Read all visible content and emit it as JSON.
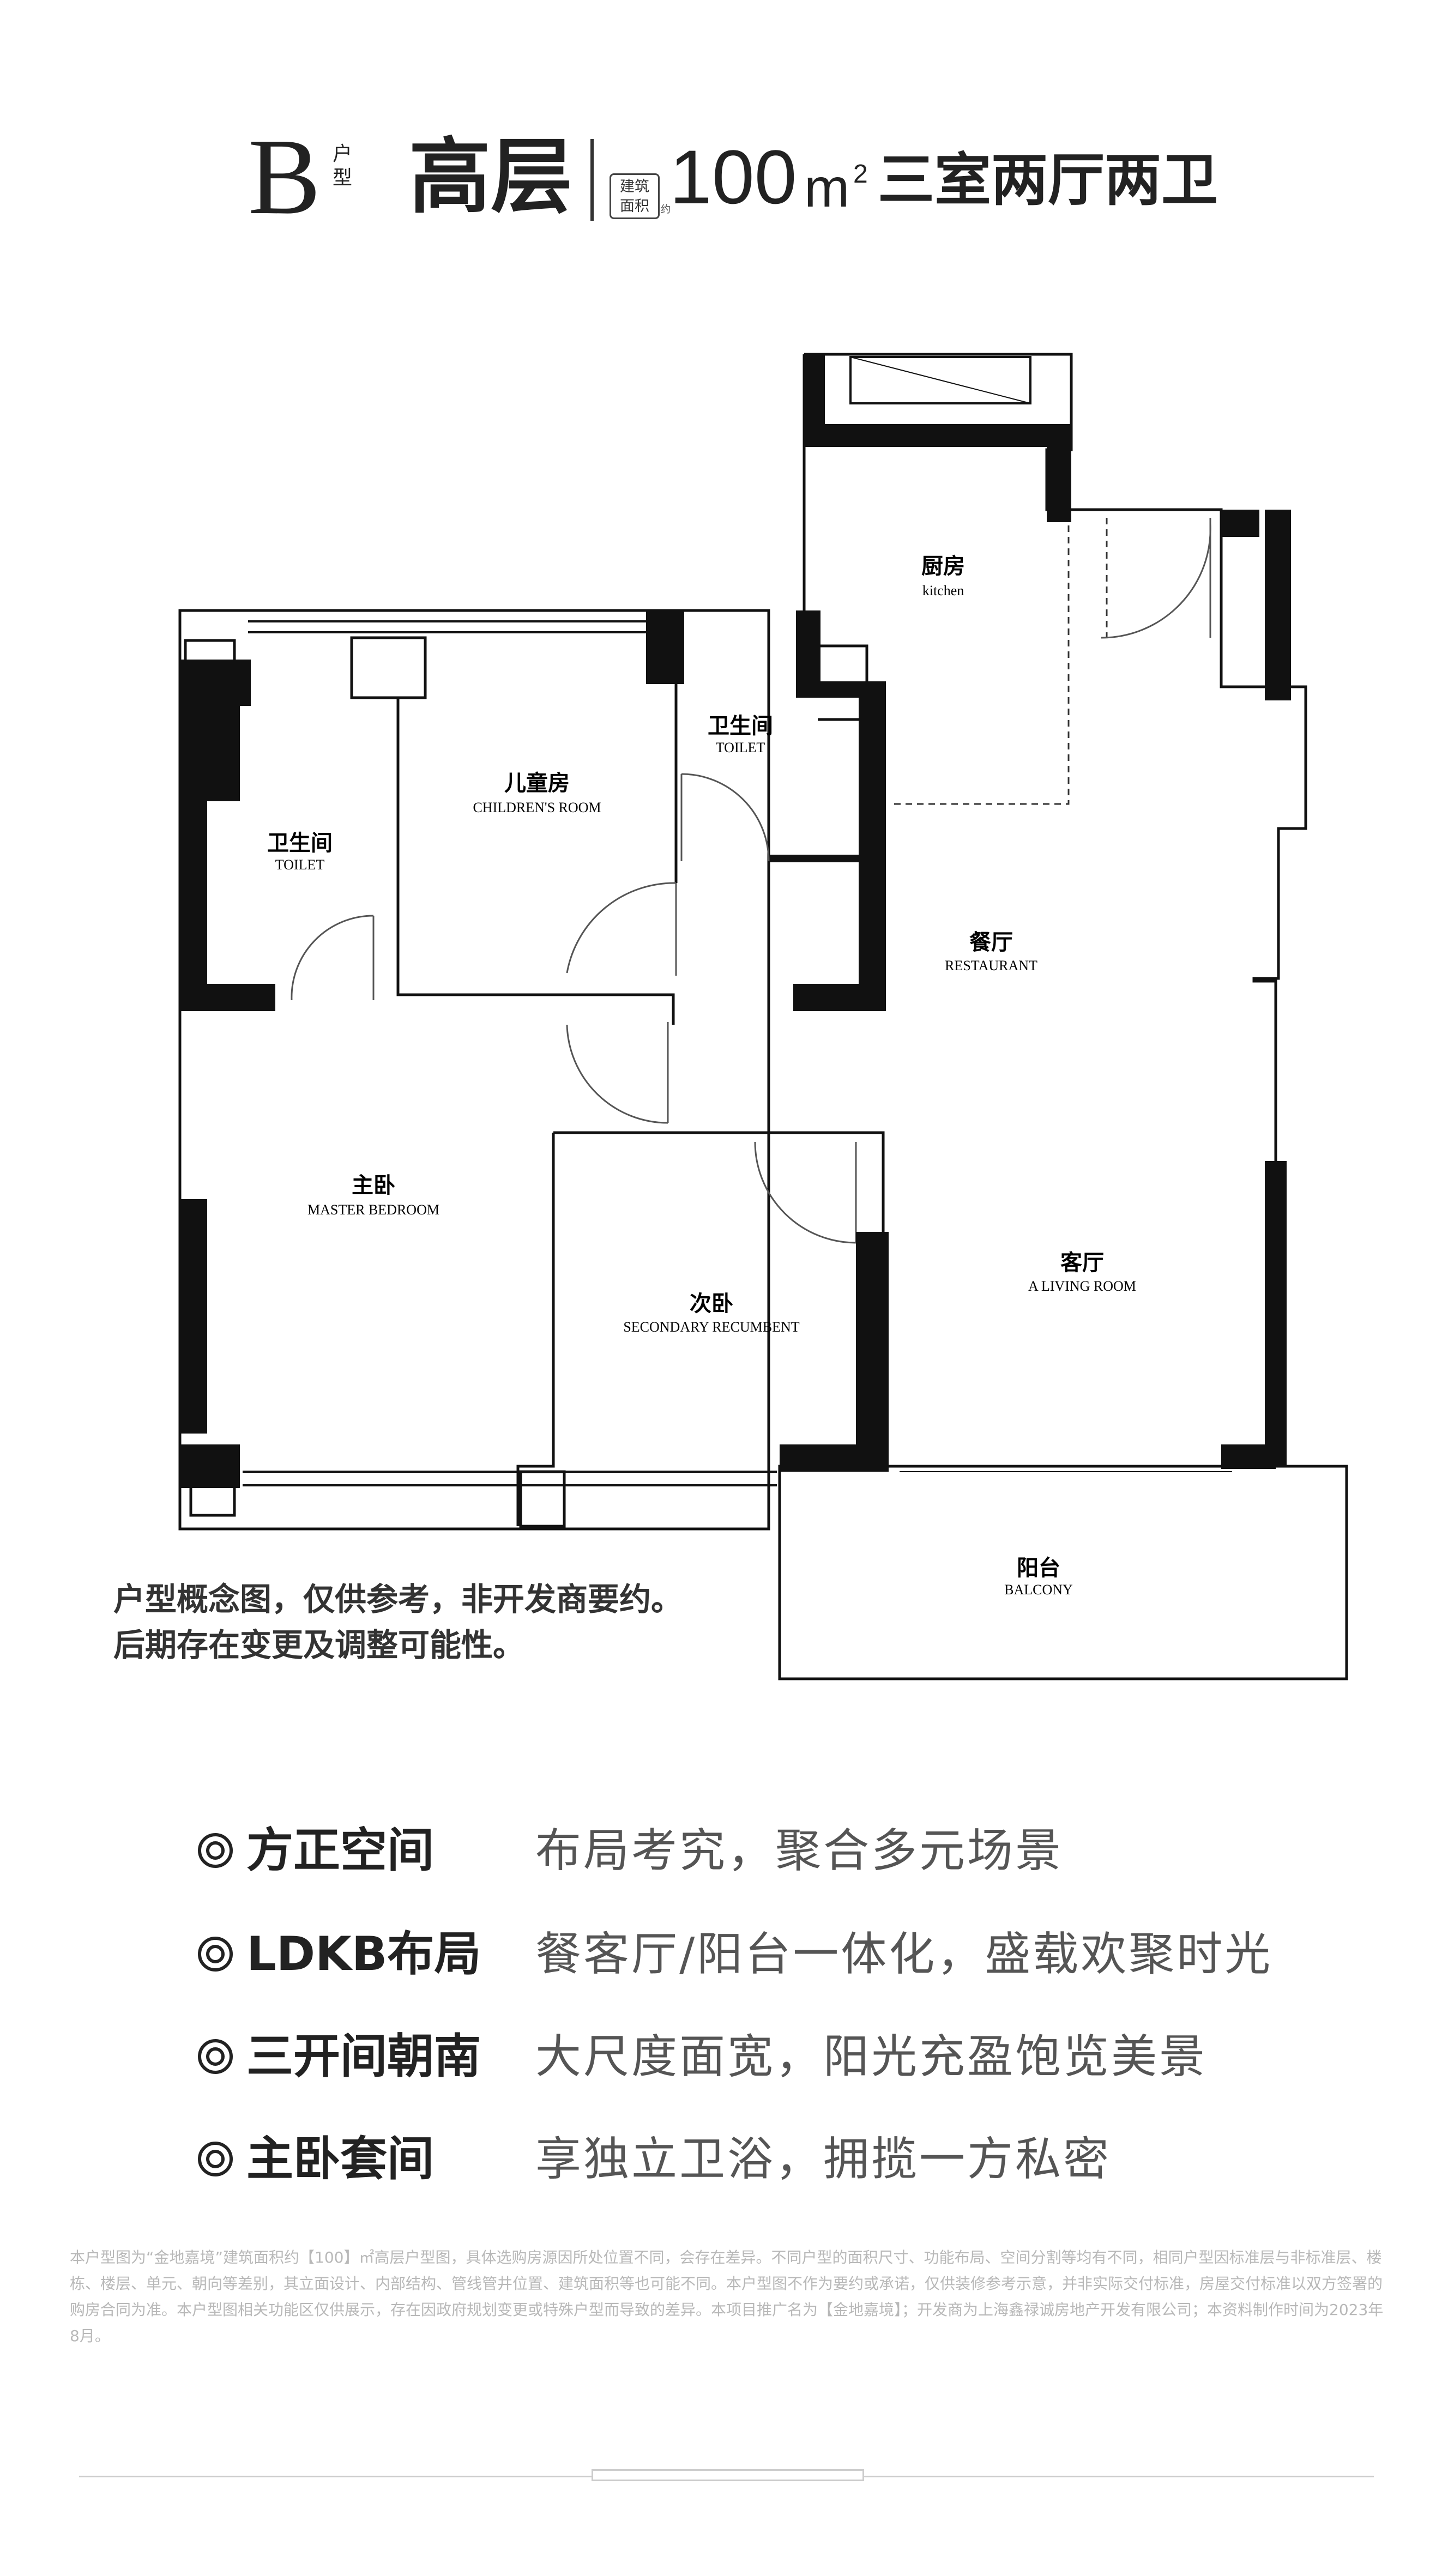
{
  "header": {
    "type_letter": "B",
    "type_label_top": "户",
    "type_label_bottom": "型",
    "level": "高层",
    "area_tag_top": "建筑",
    "area_tag_bottom": "面积",
    "area_tag_suffix": "约",
    "area_value": "100",
    "area_unit": "m",
    "area_sup": "2",
    "rooms": "三室两厅两卫"
  },
  "plan": {
    "rooms": [
      {
        "id": "kitchen",
        "cn": "厨房",
        "en": "kitchen"
      },
      {
        "id": "toilet-right",
        "cn": "卫生间",
        "en": "TOILET"
      },
      {
        "id": "childrens-room",
        "cn": "儿童房",
        "en": "CHILDREN'S ROOM"
      },
      {
        "id": "toilet-left",
        "cn": "卫生间",
        "en": "TOILET"
      },
      {
        "id": "restaurant",
        "cn": "餐厅",
        "en": "RESTAURANT"
      },
      {
        "id": "master-bedroom",
        "cn": "主卧",
        "en": "MASTER BEDROOM"
      },
      {
        "id": "secondary-bedroom",
        "cn": "次卧",
        "en": "SECONDARY RECUMBENT"
      },
      {
        "id": "living-room",
        "cn": "客厅",
        "en": "A LIVING ROOM"
      },
      {
        "id": "balcony",
        "cn": "阳台",
        "en": "BALCONY"
      }
    ],
    "disclaimer_lines": [
      "户型概念图，仅供参考，非开发商要约。",
      "后期存在变更及调整可能性。"
    ]
  },
  "features": [
    {
      "key": "方正空间",
      "value": "布局考究，聚合多元场景"
    },
    {
      "key": "LDKB布局",
      "value": "餐客厅/阳台一体化，盛载欢聚时光"
    },
    {
      "key": "三开间朝南",
      "value": "大尺度面宽，阳光充盈饱览美景"
    },
    {
      "key": "主卧套间",
      "value": "享独立卫浴，拥揽一方私密"
    }
  ],
  "fine_print": "本户型图为“金地嘉境”建筑面积约【100】㎡高层户型图，具体选购房源因所处位置不同，会存在差异。不同户型的面积尺寸、功能布局、空间分割等均有不同，相同户型因标准层与非标准层、楼栋、楼层、单元、朝向等差别，其立面设计、内部结构、管线管井位置、建筑面积等也可能不同。本户型图不作为要约或承诺，仅供装修参考示意，并非实际交付标准，房屋交付标准以双方签署的购房合同为准。本户型图相关功能区仅供展示，存在因政府规划变更或特殊户型而导致的差异。本项目推广名为【金地嘉境】；开发商为上海鑫禄诚房地产开发有限公司；本资料制作时间为2023年8月。",
  "colors": {
    "wall": "#111111",
    "text": "#222222",
    "muted": "#555555",
    "fine": "#b8b8b8"
  }
}
